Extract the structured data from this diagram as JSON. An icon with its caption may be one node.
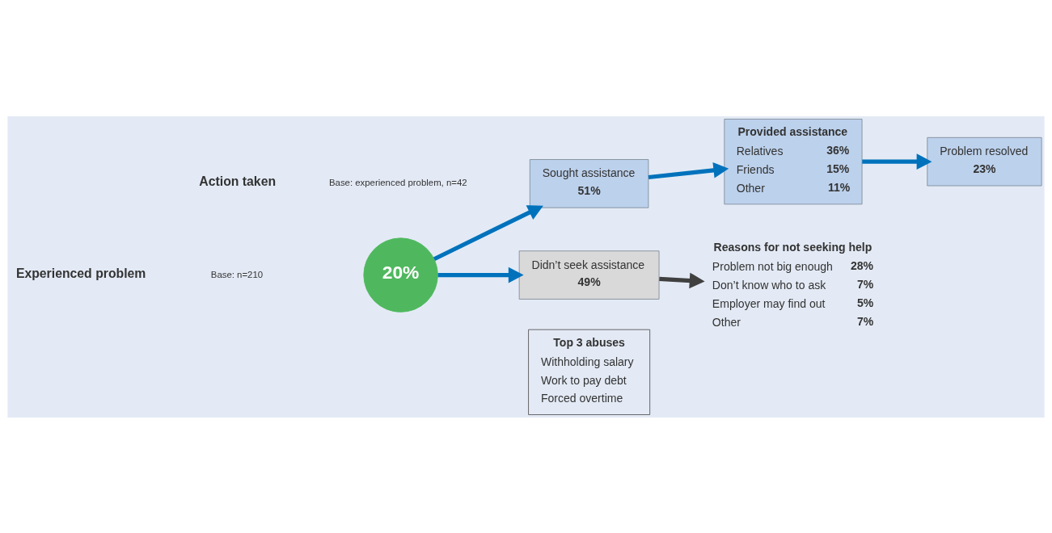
{
  "diagram": {
    "nodes": [
      {
        "text": [
          "20%"
        ]
      },
      {
        "text": [
          "Sought assistance",
          "51%"
        ]
      },
      {
        "text": [
          "Provided assistance",
          "Relatives",
          "36%",
          "Friends",
          "15%",
          "Other",
          "11%"
        ]
      },
      {
        "text": [
          "Problem resolved",
          "23%"
        ]
      },
      {
        "text": [
          "Didn’t seek assistance",
          "49%"
        ]
      },
      {
        "text": [
          "Reasons for not seeking help",
          "Problem not big enough",
          "28%",
          "Don’t know who to ask",
          "7%",
          "Employer may find out",
          "5%",
          "Other",
          "7%"
        ]
      },
      {
        "text": [
          "Top 3 abuses",
          "Withholding salary",
          "Work to pay debt",
          "Forced overtime"
        ]
      }
    ],
    "edges": [
      {
        "from": 0,
        "to": 1,
        "arrow": "to"
      },
      {
        "from": 1,
        "to": 2,
        "arrow": "to"
      },
      {
        "from": 2,
        "to": 3,
        "arrow": "to"
      },
      {
        "from": 0,
        "to": 4,
        "arrow": "to"
      },
      {
        "from": 4,
        "to": 5,
        "arrow": "to",
        "color": "#404040"
      }
    ],
    "labels": [
      "Experienced problem",
      "Base: n=210",
      "Action taken",
      "Base: experienced problem, n=42"
    ]
  }
}
